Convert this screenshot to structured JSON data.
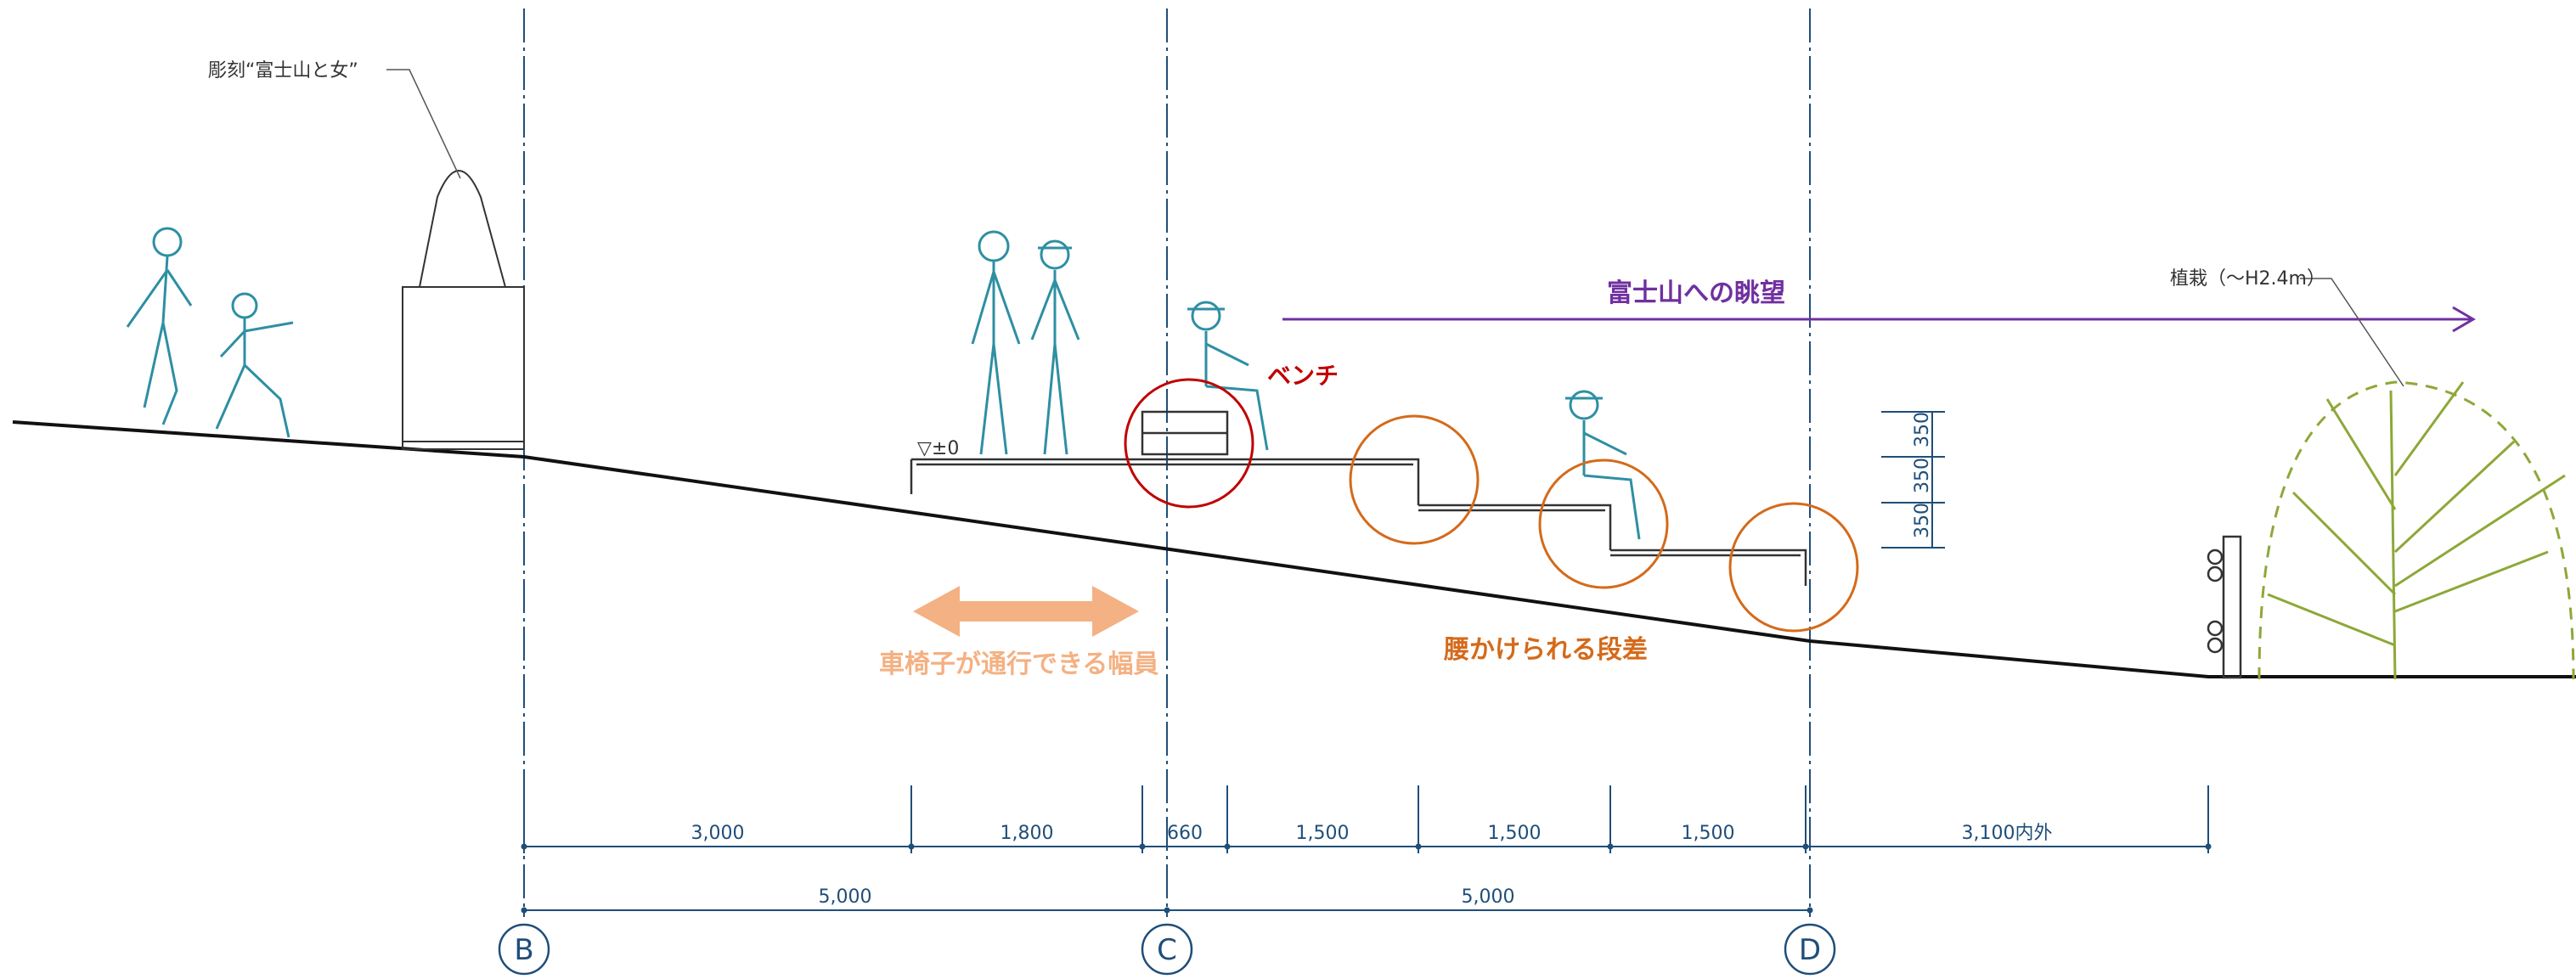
{
  "labels": {
    "sculpture": "彫刻“富士山と女”",
    "level": "▽±0",
    "bench": "ベンチ",
    "view": "富士山への眺望",
    "planting": "植栽（～H2.4m）",
    "wheelchair": "車椅子が通行できる幅員",
    "steps": "腰かけられる段差"
  },
  "step_heights": [
    "350",
    "350",
    "350"
  ],
  "dims_upper": [
    "3,000",
    "1,800",
    "660",
    "1,500",
    "1,500",
    "1,500",
    "3,100内外"
  ],
  "dims_lower": [
    "5,000",
    "5,000"
  ],
  "grid": [
    "B",
    "C",
    "D"
  ],
  "colors": {
    "line": "#1f4e79",
    "ground": "#111111",
    "figure": "#2e8fa3",
    "bench_circle": "#c00000",
    "step_circle": "#d46a1a",
    "view_arrow": "#7030a0",
    "wheelchair_arrow": "#f4b183",
    "planting": "#8da838"
  }
}
